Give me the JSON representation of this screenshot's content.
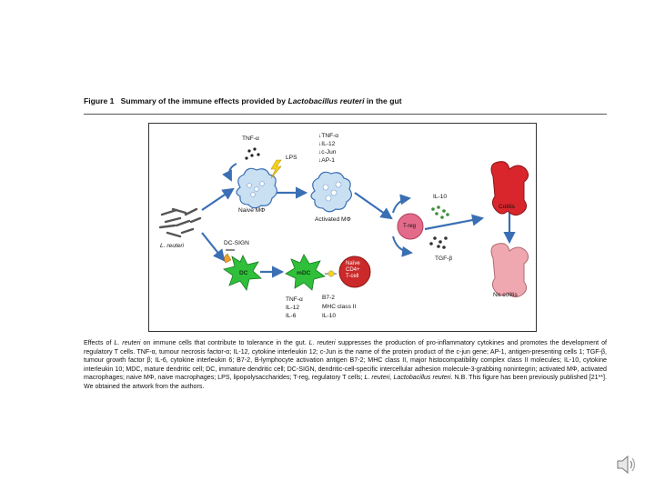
{
  "figure": {
    "title_prefix": "Figure 1",
    "title_text": "Summary of the immune effects provided by",
    "title_organism": "Lactobacillus reuteri",
    "title_suffix": "in the gut",
    "labels": {
      "tnf_top": "TNF-α",
      "lps": "LPS",
      "naive_mo": "Naive MΦ",
      "activated_mo": "Activated MΦ",
      "down_list": [
        "↓TNF-α",
        "↓IL-12",
        "↓c-Jun",
        "↓AP-1"
      ],
      "l_reuteri": "L. reuteri",
      "dc_sign": "DC-SIGN",
      "dc": "DC",
      "mdc": "mDC",
      "naive_tcell": [
        "Naïve",
        "CD4+",
        "T-cell"
      ],
      "cytokines_mdc": [
        "TNF-α",
        "IL-12",
        "IL-6"
      ],
      "b72_list": [
        "B7-2",
        "MHC class II",
        "IL-10"
      ],
      "il10": "IL-10",
      "treg": "T-reg",
      "tgfb": "TGF-β",
      "colitis": "Colitis",
      "no_colitis": "No colitis"
    }
  },
  "caption": {
    "lead": "Effects of",
    "org1": "L. reuteri",
    "part1": "on immune cells that contribute to tolerance in the gut.",
    "org2": "L. reuteri",
    "part2": "suppresses the production of pro-inflammatory cytokines and promotes the development of regulatory T cells. TNF-α, tumour necrosis factor-α; IL-12, cytokine interleukin 12; c-Jun is the name of the protein product of the c-jun gene; AP-1, antigen-presenting cells 1; TGF-β, tumour growth factor β; IL-6, cytokine interleukin 6; B7-2, B-lymphocyte activation antigen B7-2; MHC class II, major histocompatibility complex class II molecules; IL-10, cytokine interleukin 10; MDC, mature dendritic cell; DC, immature dendritic cell; DC-SIGN, dendritic-cell-specific intercellular adhesion molecule-3-grabbing nonintegrin; activated MΦ, activated macrophages; naive MΦ, naive macrophages; LPS, lipopolysaccharides; T-reg, regulatory T cells;",
    "org3": "L. reuteri, Lactobacillus reuteri",
    "part3": ". N.B. This figure has been previously published [21**]. We obtained the artwork from the authors."
  },
  "icons": {
    "speaker": "speaker-icon"
  },
  "colors": {
    "arrow_blue": "#3a6fb4",
    "cell_blue": "#c9dff2",
    "cell_green": "#2fbf3a",
    "treg_pink": "#e46a8a",
    "colon_red": "#d8262c",
    "colon_pink": "#f0a8b0",
    "lps_yellow": "#f6d21a",
    "tcell_red": "#cc2a2a"
  }
}
